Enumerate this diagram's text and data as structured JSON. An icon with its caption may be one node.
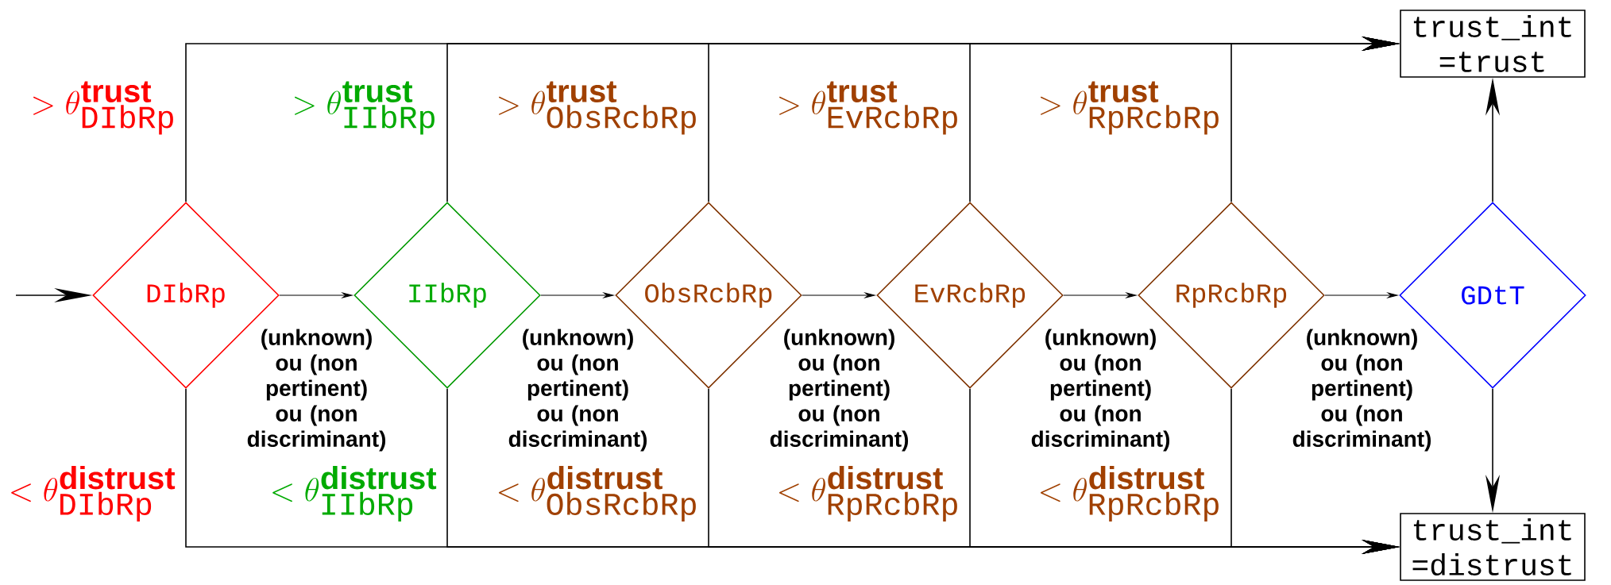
{
  "diagram": {
    "nodes": [
      {
        "text": [
          "DIbRp"
        ]
      },
      {
        "text": [
          "IIbRp"
        ]
      },
      {
        "text": [
          "ObsRcbRp"
        ]
      },
      {
        "text": [
          "EvRcbRp"
        ]
      },
      {
        "text": [
          "RpRcbRp"
        ]
      },
      {
        "text": [
          "GDtT"
        ]
      },
      {
        "text": [
          "trust_int =trust"
        ]
      },
      {
        "text": [
          "trust_int =distrust"
        ]
      }
    ],
    "edges": [
      {
        "from": null,
        "to": 0,
        "arrow": "to"
      },
      {
        "from": 0,
        "to": 1,
        "arrow": "to",
        "label": "(unknown) ou (non pertinent) ou (non discriminant)"
      },
      {
        "from": 1,
        "to": 2,
        "arrow": "to",
        "label": "(unknown) ou (non pertinent) ou (non discriminant)"
      },
      {
        "from": 2,
        "to": 3,
        "arrow": "to",
        "label": "(unknown) ou (non pertinent) ou (non discriminant)"
      },
      {
        "from": 3,
        "to": 4,
        "arrow": "to",
        "label": "(unknown) ou (non pertinent) ou (non discriminant)"
      },
      {
        "from": 4,
        "to": 5,
        "arrow": "to",
        "label": "(unknown) ou (non pertinent) ou (non discriminant)"
      },
      {
        "from": 0,
        "to": 6,
        "arrow": "to",
        "label": "> \\theta^{\\textbf{trust}}_{\\texttt{DIbRp}}"
      },
      {
        "from": 1,
        "to": 6,
        "arrow": "to",
        "label": "> \\theta^{\\textbf{trust}}_{\\texttt{IIbRp}}"
      },
      {
        "from": 2,
        "to": 6,
        "arrow": "to",
        "label": "> \\theta^{\\textbf{trust}}_{\\texttt{ObsRcbRp}}"
      },
      {
        "from": 3,
        "to": 6,
        "arrow": "to",
        "label": "> \\theta^{\\textbf{trust}}_{\\texttt{EvRcbRp}}"
      },
      {
        "from": 4,
        "to": 6,
        "arrow": "to",
        "label": "> \\theta^{\\textbf{trust}}_{\\texttt{RpRcbRp}}"
      },
      {
        "from": 0,
        "to": 7,
        "arrow": "to",
        "label": "< \\theta^{\\textbf{distrust}}_{\\texttt{DIbRp}}"
      },
      {
        "from": 1,
        "to": 7,
        "arrow": "to",
        "label": "< \\theta^{\\textbf{distrust}}_{\\texttt{IIbRp}}"
      },
      {
        "from": 2,
        "to": 7,
        "arrow": "to",
        "label": "< \\theta^{\\textbf{distrust}}_{\\texttt{ObsRcbRp}}"
      },
      {
        "from": 3,
        "to": 7,
        "arrow": "to",
        "label": "< \\theta^{\\textbf{distrust}}_{\\texttt{RpRcbRp}}"
      },
      {
        "from": 4,
        "to": 7,
        "arrow": "to",
        "label": "< \\theta^{\\textbf{distrust}}_{\\texttt{RpRcbRp}}"
      },
      {
        "from": 5,
        "to": 6,
        "arrow": "to"
      },
      {
        "from": 5,
        "to": 7,
        "arrow": "to"
      }
    ]
  }
}
